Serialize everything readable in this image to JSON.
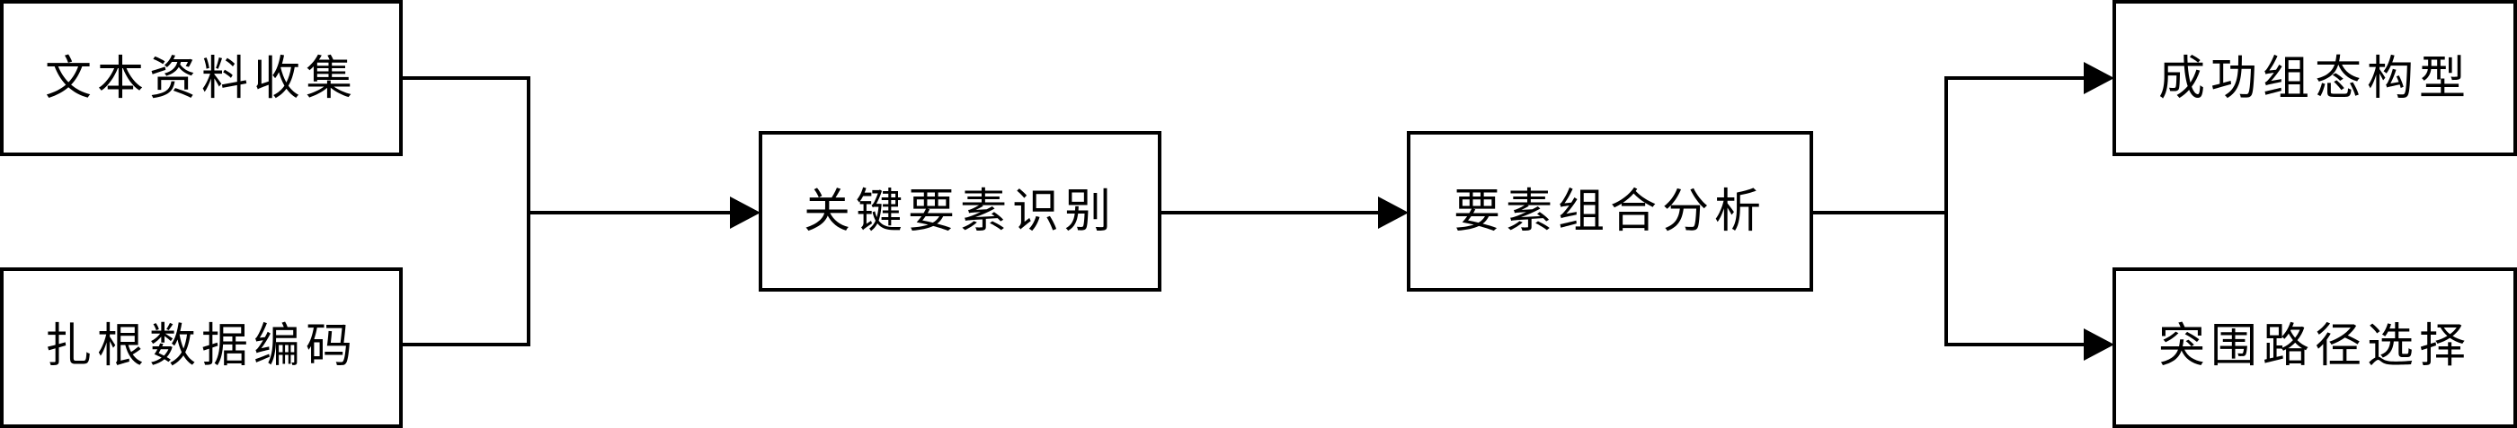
{
  "nodes": {
    "text_collection": "文本资料收集",
    "grounded_coding": "扎根数据编码",
    "key_elements": "关键要素识别",
    "combination_analysis": "要素组合分析",
    "success_config": "成功组态构型",
    "breakthrough_path": "突围路径选择"
  },
  "colors": {
    "stroke": "#000000",
    "background": "#ffffff"
  }
}
